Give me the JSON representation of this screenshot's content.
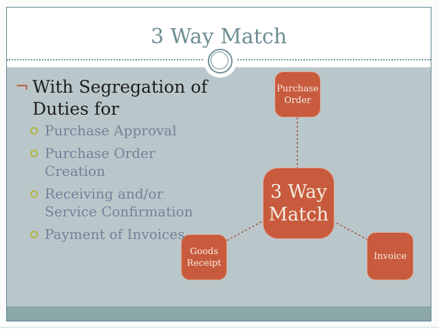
{
  "slide": {
    "title": "3 Way Match",
    "bullets": {
      "heading": "With Segregation of Duties for",
      "items": [
        {
          "label": "Purchase Approval"
        },
        {
          "label": "Purchase Order Creation"
        },
        {
          "label": "Receiving and/or Service Confirmation"
        },
        {
          "label": "Payment of Invoices"
        }
      ]
    },
    "diagram": {
      "center_label": "3 Way Match",
      "top_label": "Purchase Order",
      "bottom_left_label": "Goods Receipt",
      "bottom_right_label": "Invoice"
    },
    "colors": {
      "slide_border": "#5d858b",
      "title_text": "#6d8d92",
      "content_background": "#bac7ca",
      "bottom_band": "#8ba7a7",
      "node_fill": "#c85b3d",
      "node_text": "#f6ebe2",
      "heading_text": "#1c1c1c",
      "heading_marker": "#b5502e",
      "sub_bullet_text": "#72819b",
      "sub_bullet_marker": "#b2b43c",
      "connector_line": "#9b4a33"
    }
  }
}
